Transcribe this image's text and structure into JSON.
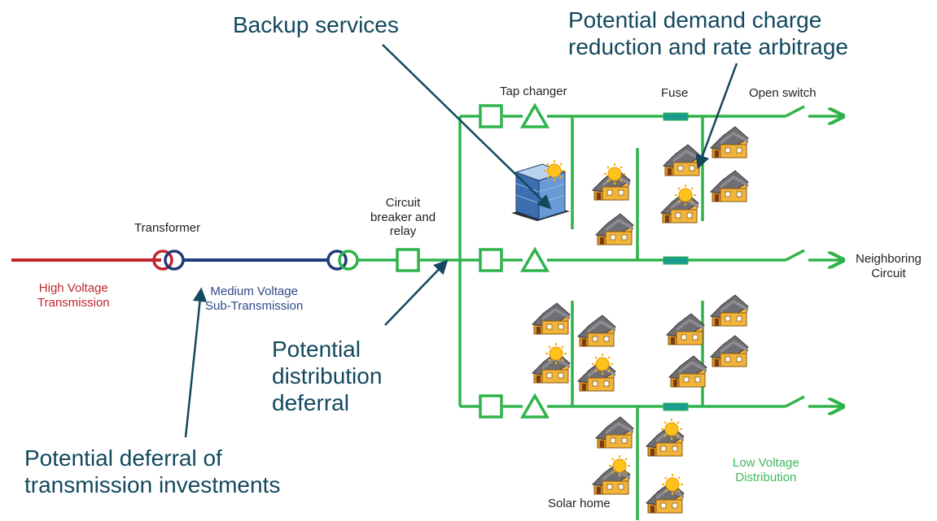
{
  "labels": {
    "transformer": "Transformer",
    "high_voltage": "High Voltage\nTransmission",
    "medium_voltage": "Medium Voltage\nSub-Transmission",
    "circuit_breaker": "Circuit\nbreaker and\nrelay",
    "tap_changer": "Tap changer",
    "fuse": "Fuse",
    "open_switch": "Open switch",
    "neighboring_circuit": "Neighboring\nCircuit",
    "low_voltage": "Low Voltage\nDistribution",
    "solar_home": "Solar home"
  },
  "callouts": {
    "backup_services": "Backup services",
    "demand_charge": "Potential demand charge\nreduction and rate arbitrage",
    "distribution_deferral": "Potential\ndistribution\ndeferral",
    "transmission_deferral": "Potential deferral of\ntransmission investments"
  },
  "colors": {
    "high_voltage_line": "#c0272d",
    "medium_voltage_line": "#1f3a7a",
    "distribution_line": "#2fb34a",
    "fuse": "#1a9c8c",
    "callout_text": "#13485f",
    "arrow": "#13485f"
  },
  "icons": {
    "house": "house-icon",
    "solar_house": "solar-house-icon",
    "building": "office-building-icon",
    "sun": "sun-icon"
  }
}
